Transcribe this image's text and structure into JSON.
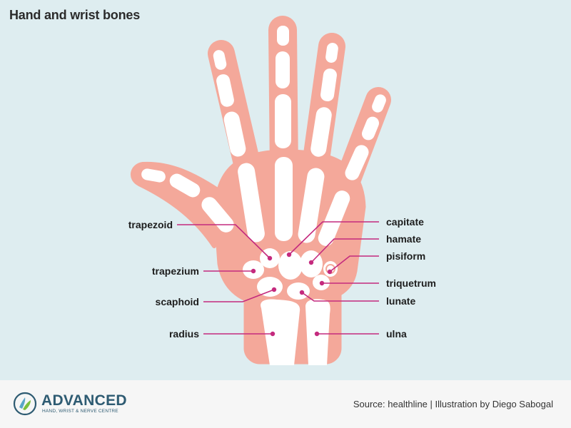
{
  "title": "Hand and wrist bones",
  "colors": {
    "background": "#deedf0",
    "skin": "#f4a89a",
    "bone": "#ffffff",
    "leader": "#c42a7e",
    "footer": "#f6f6f6"
  },
  "labels": {
    "trapezoid": "trapezoid",
    "trapezium": "trapezium",
    "scaphoid": "scaphoid",
    "radius": "radius",
    "capitate": "capitate",
    "hamate": "hamate",
    "pisiform": "pisiform",
    "triquetrum": "triquetrum",
    "lunate": "lunate",
    "ulna": "ulna"
  },
  "footer": {
    "logo_name": "ADVANCED",
    "logo_sub": "HAND, WRIST & NERVE CENTRE",
    "source": "Source: healthline  |  Illustration by Diego Sabogal"
  }
}
